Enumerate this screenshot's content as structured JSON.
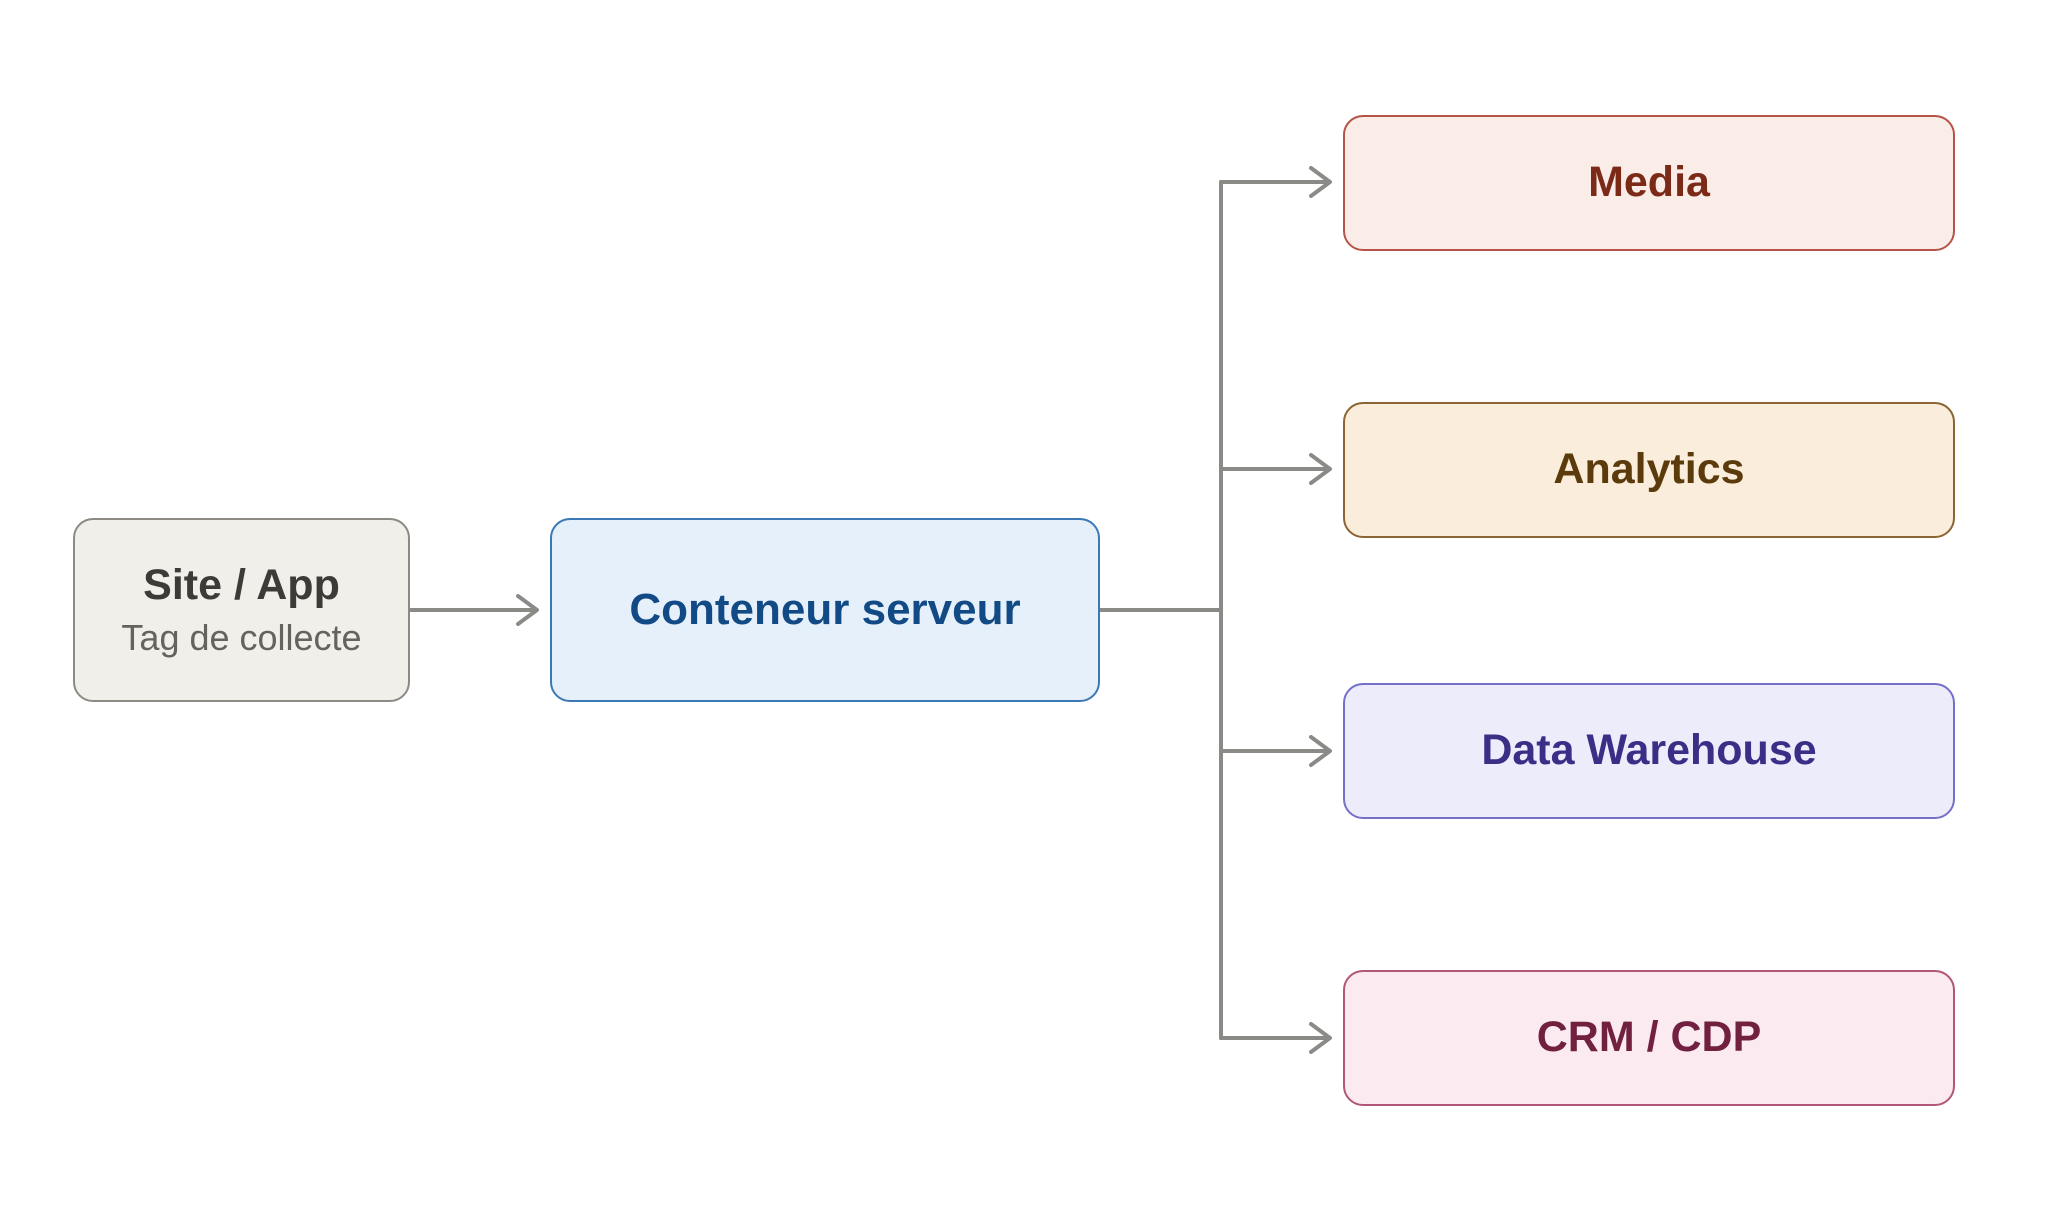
{
  "diagram": {
    "source": {
      "title": "Site / App",
      "subtitle": "Tag de collecte"
    },
    "server": {
      "title": "Conteneur serveur"
    },
    "destinations": [
      {
        "title": "Media"
      },
      {
        "title": "Analytics"
      },
      {
        "title": "Data Warehouse"
      },
      {
        "title": "CRM / CDP"
      }
    ]
  },
  "colors": {
    "connector": "#8a8a87",
    "source_fill": "#f1efe9",
    "server_fill": "#e6f0fa",
    "media_fill": "#faece7",
    "analytics_fill": "#faeddb",
    "data_warehouse_fill": "#edecfa",
    "crm_fill": "#fbeaf0"
  }
}
